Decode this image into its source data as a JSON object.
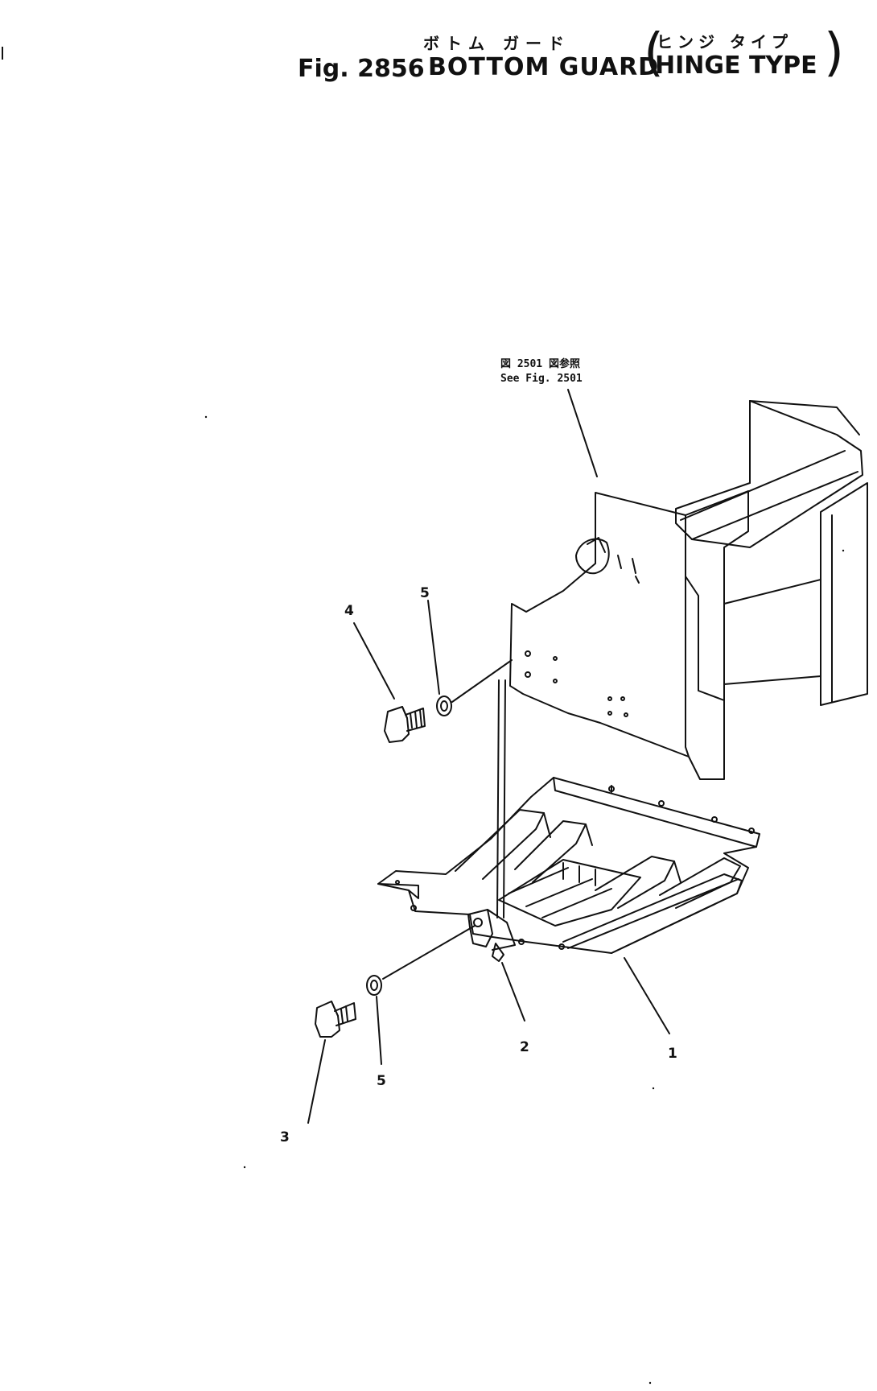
{
  "title": {
    "japanese": "ボトム ガード",
    "japanese_sub": "ヒンジ タイプ",
    "figure_number": "Fig. 2856",
    "main": "BOTTOM GUARD",
    "sub": "HINGE TYPE"
  },
  "reference_note": {
    "line1": "図 2501 図参照",
    "line2": "See  Fig. 2501"
  },
  "callouts": {
    "part_1": "1",
    "part_2": "2",
    "part_3": "3",
    "part_4": "4",
    "part_5_upper": "5",
    "part_5_lower": "5"
  },
  "colors": {
    "ink": "#111111",
    "paper": "#ffffff"
  }
}
